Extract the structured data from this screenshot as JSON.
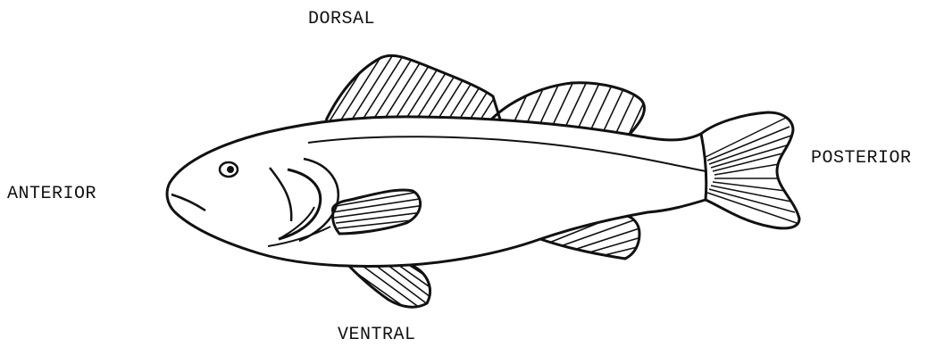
{
  "labels": {
    "dorsal": "DORSAL",
    "anterior": "ANTERIOR",
    "posterior": "POSTERIOR",
    "ventral": "VENTRAL"
  },
  "colors": {
    "ink": "#111111",
    "background": "#ffffff"
  }
}
